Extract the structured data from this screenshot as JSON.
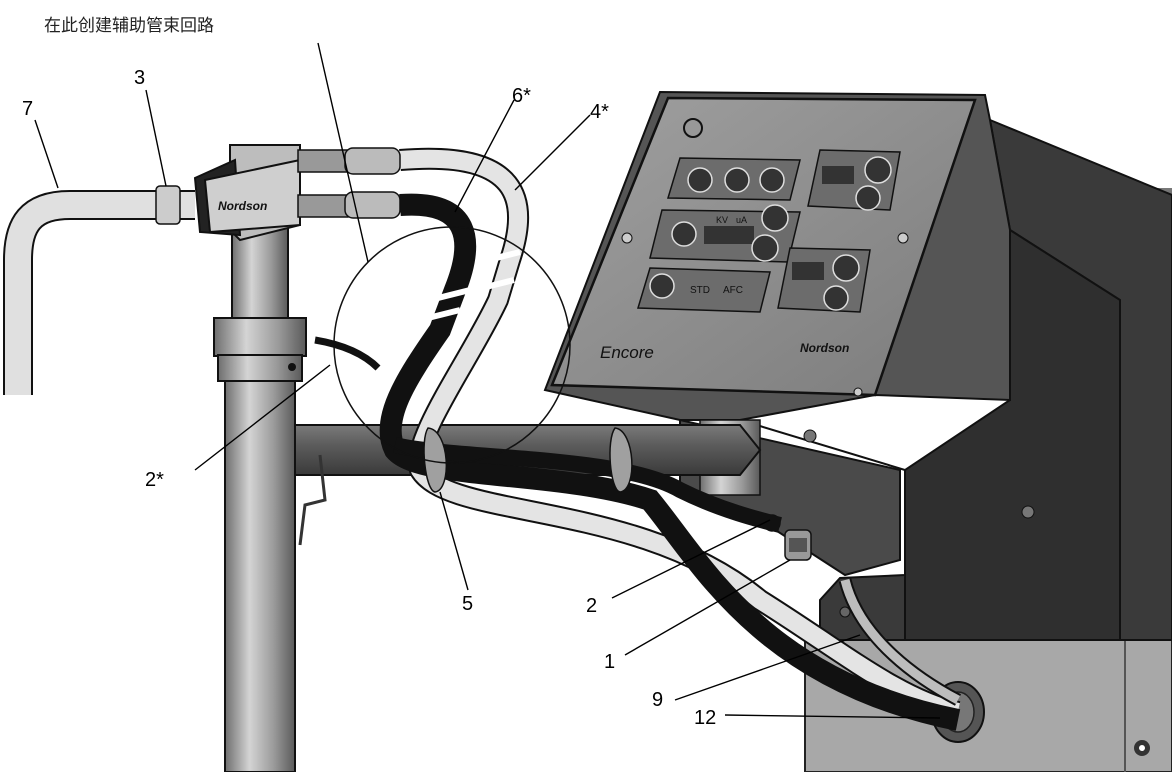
{
  "caption": "在此创建辅助管束回路",
  "callouts": {
    "c7": "7",
    "c3": "3",
    "c6": "6*",
    "c4": "4*",
    "c2s": "2*",
    "c5": "5",
    "c2": "2",
    "c1": "1",
    "c9": "9",
    "c12": "12"
  },
  "panel": {
    "brand_text": "Encore",
    "logo_text": "Nordson",
    "kv_label": "KV",
    "ua_label": "uA",
    "std_label": "STD",
    "afc_label": "AFC"
  },
  "gun_logo_text": "Nordson",
  "colors": {
    "background": "#ffffff",
    "panel_face": "#8c8c8c",
    "cabinet": "#3c3c3c",
    "pipe": "#a6a6a6",
    "black_hose": "#111111",
    "clear_hose": "#e2e2e2"
  }
}
